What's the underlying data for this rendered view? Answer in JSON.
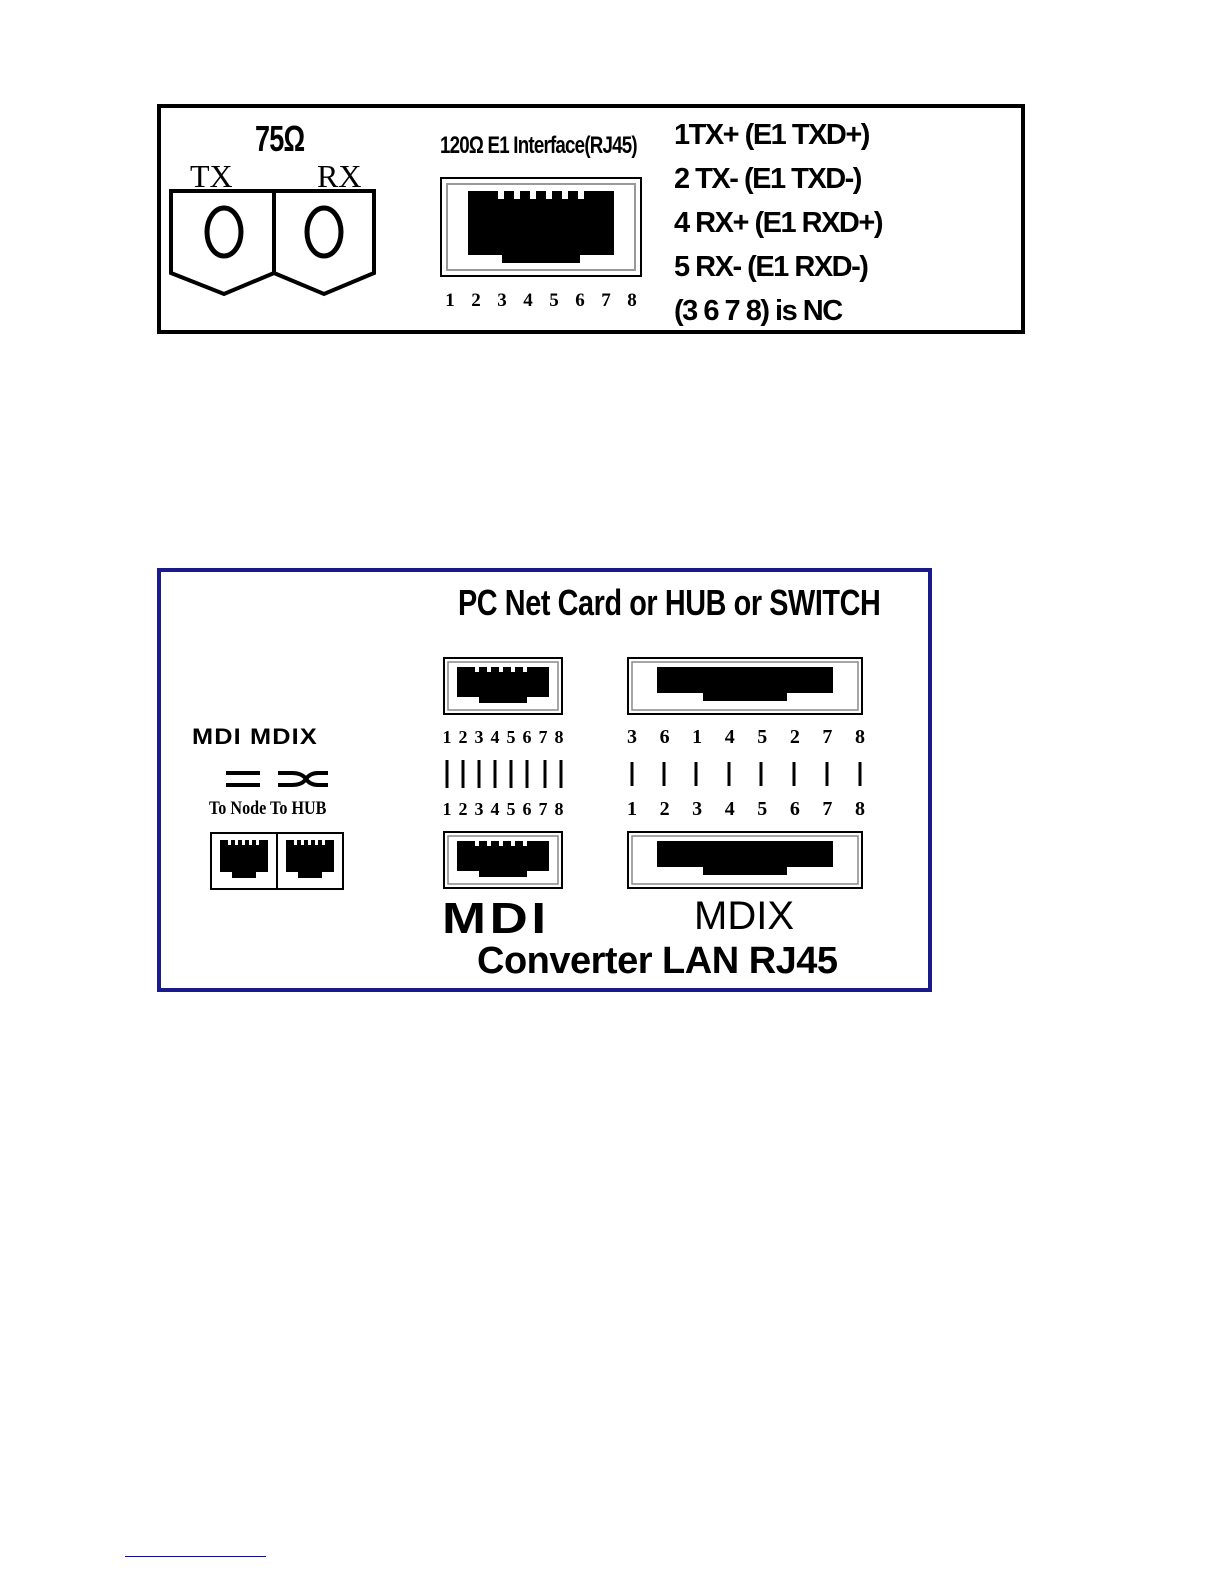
{
  "e1_panel": {
    "impedance_75": "75Ω",
    "tx": "TX",
    "rx": "RX",
    "interface_title": "120Ω E1 Interface(RJ45)",
    "pins": [
      "1",
      "2",
      "3",
      "4",
      "5",
      "6",
      "7",
      "8"
    ],
    "pinout": [
      "1TX+ (E1 TXD+)",
      "2 TX- (E1 TXD-)",
      "4 RX+ (E1 RXD+)",
      "5 RX- (E1 RXD-)",
      "(3 6 7 8) is NC"
    ]
  },
  "lan_panel": {
    "title": "PC Net Card or HUB or SWITCH",
    "mdi_mdix": "MDI MDIX",
    "to_node_hub": "To Node To HUB",
    "mdi_top_pins": [
      "1",
      "2",
      "3",
      "4",
      "5",
      "6",
      "7",
      "8"
    ],
    "mdi_bottom_pins": [
      "1",
      "2",
      "3",
      "4",
      "5",
      "6",
      "7",
      "8"
    ],
    "mdix_top_pins": [
      "3",
      "6",
      "1",
      "4",
      "5",
      "2",
      "7",
      "8"
    ],
    "mdix_bottom_pins": [
      "1",
      "2",
      "3",
      "4",
      "5",
      "6",
      "7",
      "8"
    ],
    "mdi_label": "MDI",
    "mdix_label": "MDIX",
    "converter_label": "Converter LAN RJ45"
  },
  "colors": {
    "panel_border": "#000000",
    "lan_border": "#1a1a8c"
  }
}
